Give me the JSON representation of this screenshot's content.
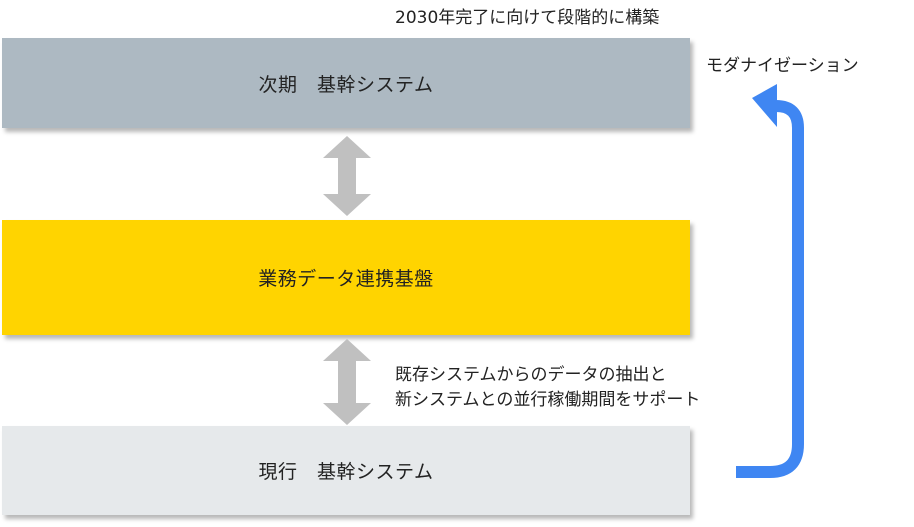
{
  "diagram": {
    "top_caption": "2030年完了に向けて段階的に構築",
    "modernization_label": "モダナイゼーション",
    "boxes": {
      "next_system": {
        "label": "次期　基幹システム",
        "color": "#adb9c2"
      },
      "data_platform": {
        "label": "業務データ連携基盤",
        "color": "#ffd400"
      },
      "current_system": {
        "label": "現行　基幹システム",
        "color": "#e6e9eb"
      }
    },
    "middle_note": {
      "line1": "既存システムからのデータの抽出と",
      "line2": "新システムとの並行稼働期間をサポート"
    },
    "colors": {
      "connector_arrow": "#c0c0c0",
      "modernization_arrow": "#3f86f2"
    }
  }
}
